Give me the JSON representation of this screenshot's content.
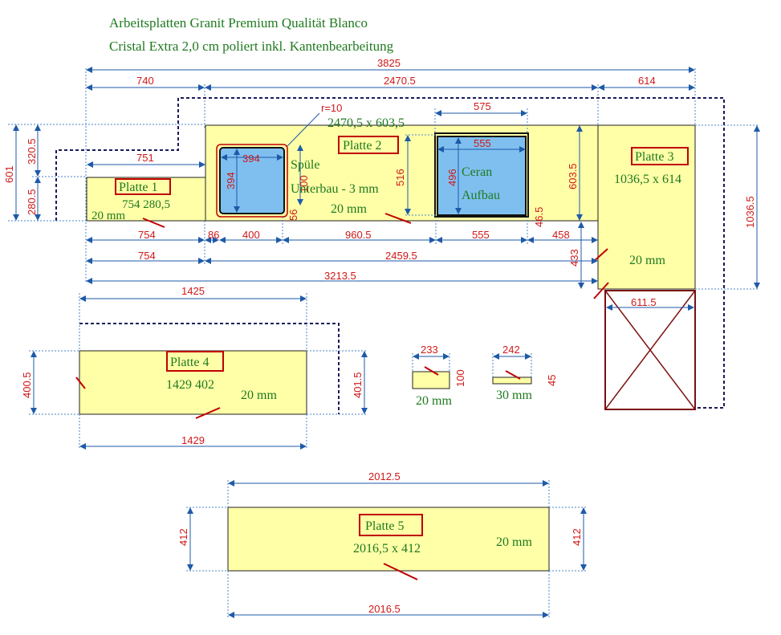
{
  "title": {
    "line1": "Arbeitsplatten Granit Premium Qualität Blanco",
    "line2": "Cristal Extra 2,0 cm poliert inkl. Kantenbearbeitung"
  },
  "colors": {
    "slab": "#ffffa8",
    "cutout": "#7fbff0",
    "dimension_text": "#d01818",
    "label_text": "#1f7a1f",
    "dimension_line": "#1e5aa8",
    "seam": "#c00000",
    "outline": "#1a1a5a"
  },
  "top_dims": {
    "overall": "3825",
    "left": "740",
    "middle": "2470.5",
    "right": "614"
  },
  "radius_note": "r=10",
  "left_dims": {
    "height": "601",
    "upper": "320.5",
    "lower": "280.5",
    "p1_width": "751"
  },
  "platte1": {
    "name": "Platte 1",
    "size": "754 280,5",
    "thickness": "20 mm"
  },
  "platte2": {
    "name": "Platte 2",
    "size": "2470,5 x 603,5",
    "thickness": "20 mm",
    "height": "603.5",
    "inner": "516"
  },
  "sink": {
    "label1": "Spüle",
    "label2": "Unterbau - 3 mm",
    "w": "394",
    "h": "394",
    "depth_off": "100",
    "bottom_off": "56"
  },
  "cooktop": {
    "label1": "Ceran",
    "label2": "Aufbau",
    "outer_w": "575",
    "inner_w": "555",
    "h": "496",
    "bottom_off": "46.5"
  },
  "platte3": {
    "name": "Platte 3",
    "size": "1036,5 x 614",
    "thickness": "20 mm",
    "height": "1036.5",
    "side": "433",
    "lower_w": "611.5"
  },
  "row_dims1": {
    "a": "754",
    "b": "86",
    "c": "400",
    "d": "960.5",
    "e": "555",
    "f": "458"
  },
  "row_dims2": {
    "a": "754",
    "b": "2459.5"
  },
  "row_dims3": {
    "total": "3213.5"
  },
  "platte4": {
    "name": "Platte 4",
    "size": "1429 402",
    "thickness": "20 mm",
    "top": "1425",
    "bottom": "1429",
    "left": "400.5",
    "right": "401.5"
  },
  "strip1": {
    "w": "233",
    "h": "100",
    "thickness": "20 mm"
  },
  "strip2": {
    "w": "242",
    "h": "45",
    "thickness": "30 mm"
  },
  "platte5": {
    "name": "Platte 5",
    "size": "2016,5 x 412",
    "thickness": "20 mm",
    "top": "2012.5",
    "bottom": "2016.5",
    "left": "412",
    "right": "412"
  }
}
